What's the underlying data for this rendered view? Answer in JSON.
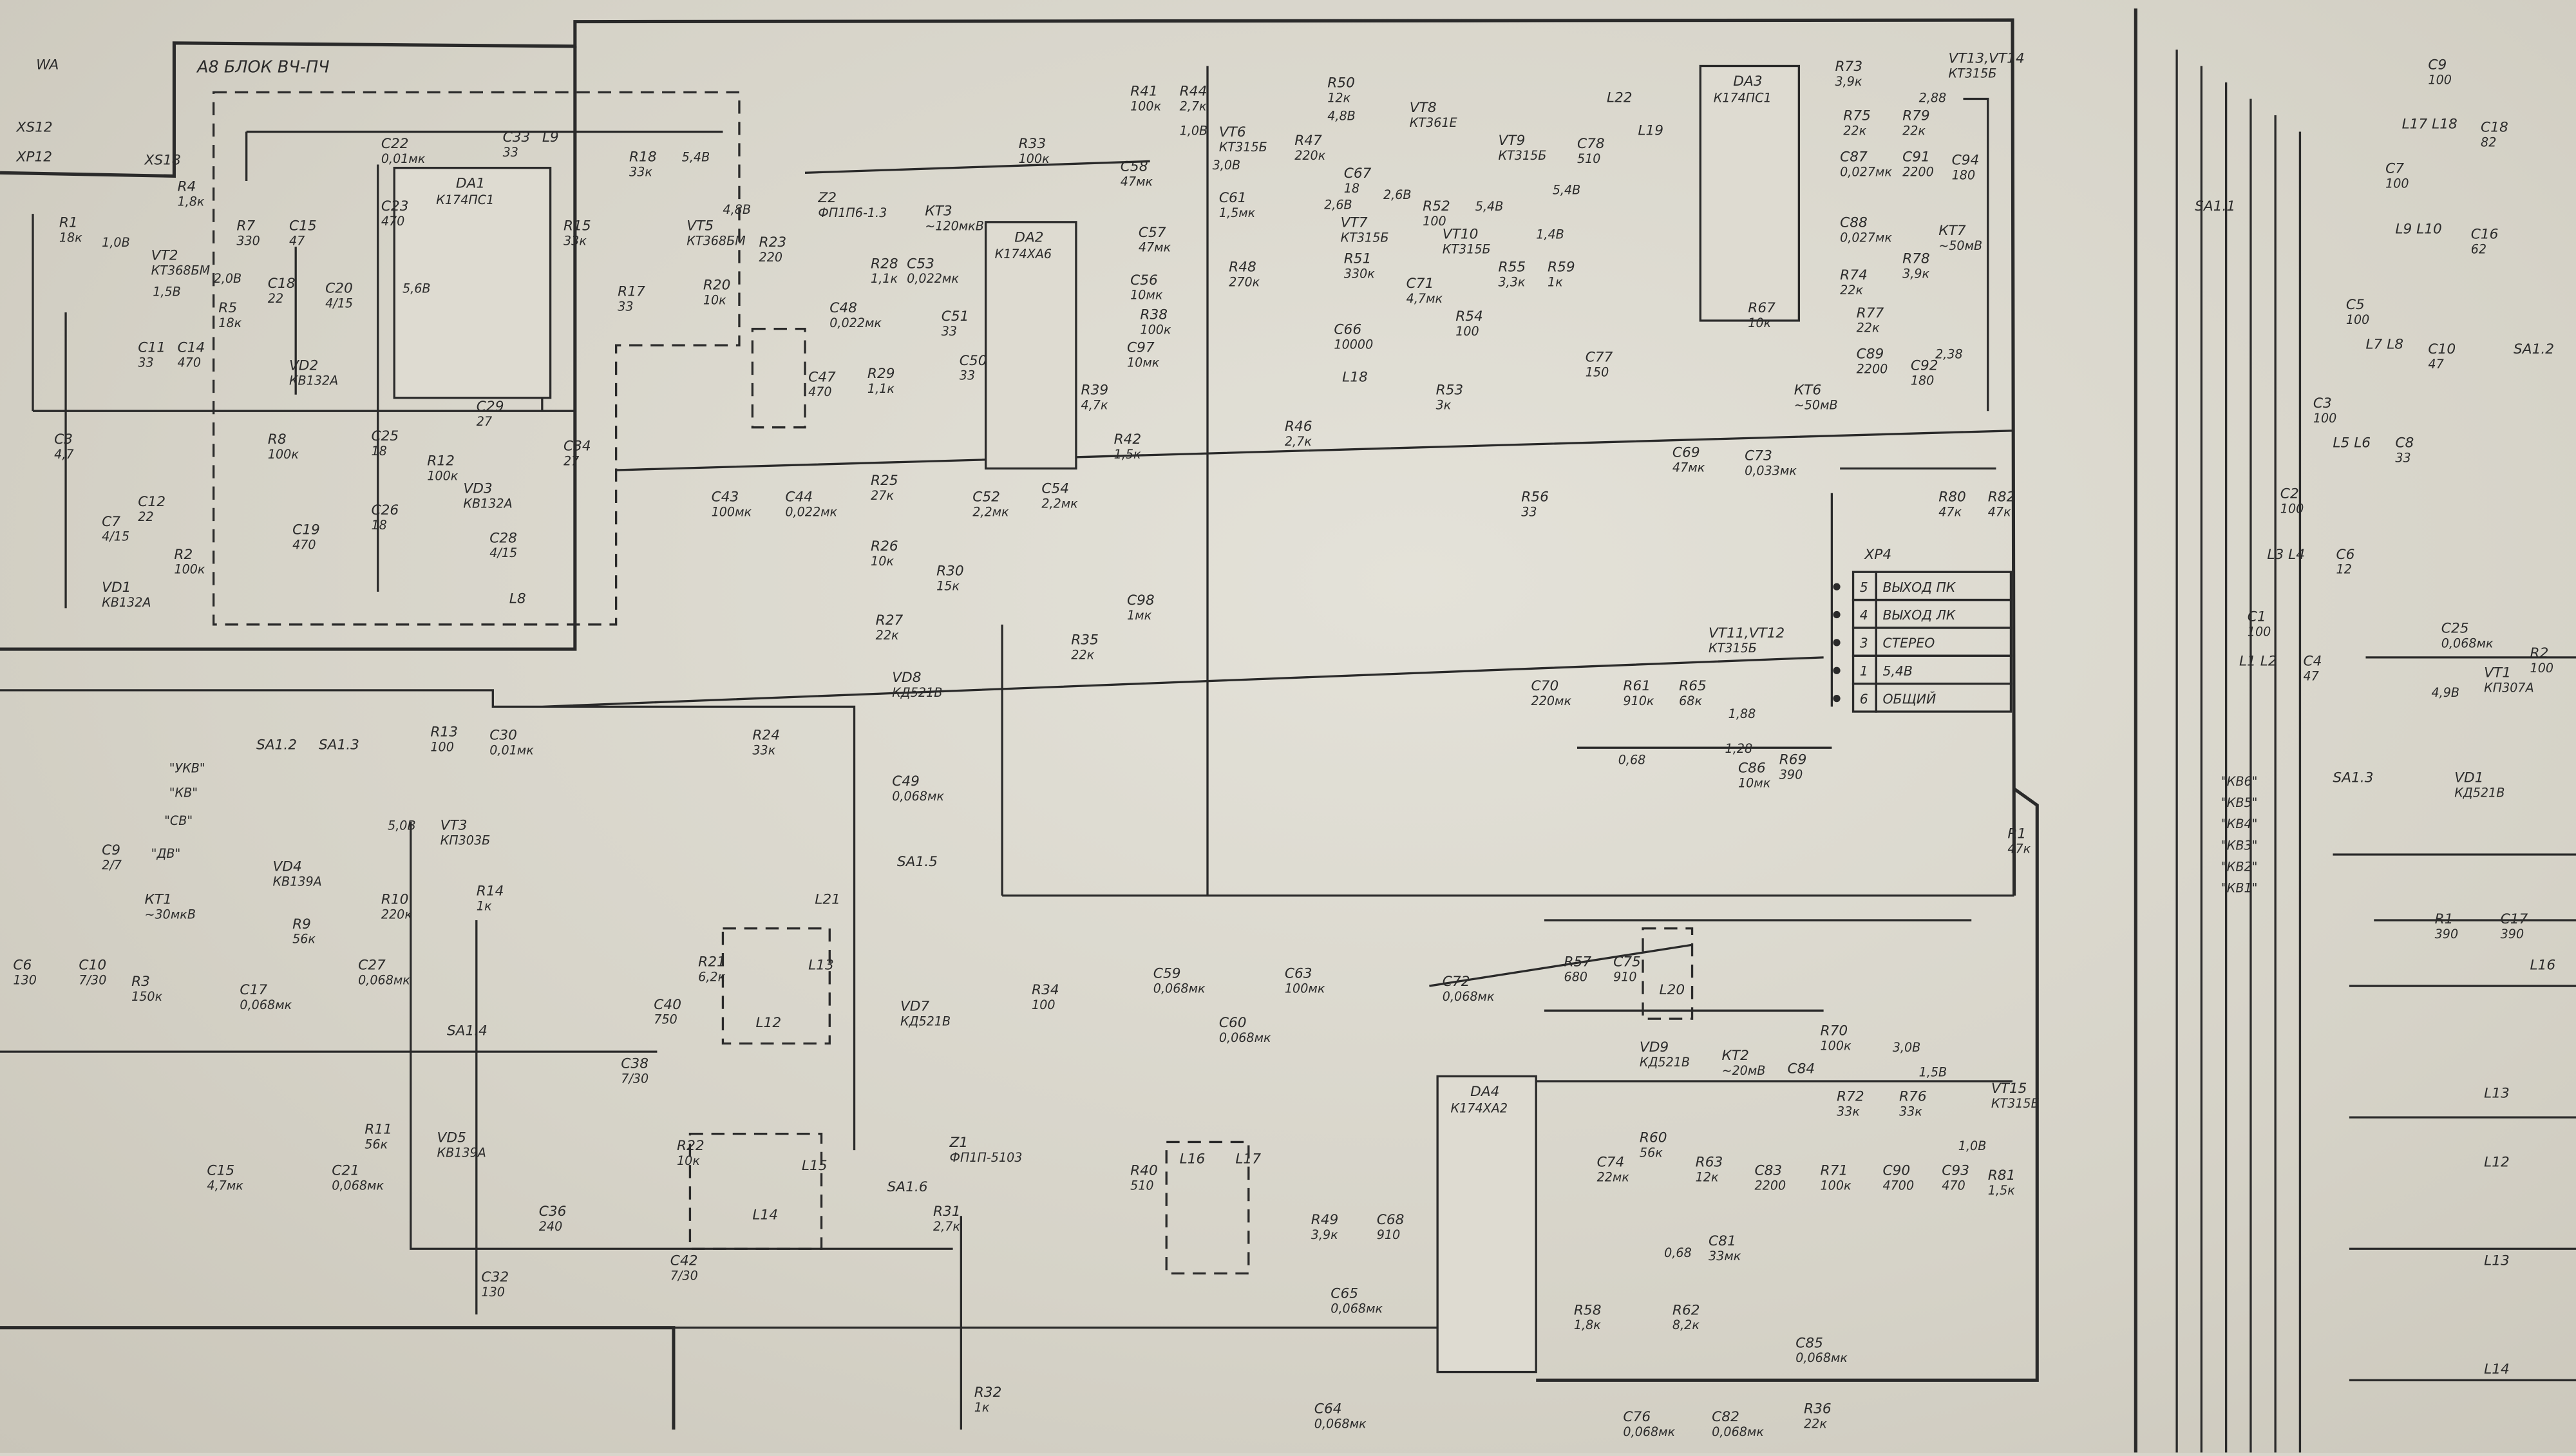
{
  "title": "А8 БЛОК ВЧ-ПЧ",
  "connectors": [
    "WA",
    "XS12",
    "XP12",
    "XS18"
  ],
  "ics": [
    {
      "ref": "DA1",
      "type": "К174ПС1"
    },
    {
      "ref": "DA2",
      "type": "К174ХА6"
    },
    {
      "ref": "DA3",
      "type": "К174ПС1"
    },
    {
      "ref": "DA4",
      "type": "К174ХА2"
    }
  ],
  "xp4": {
    "ref": "XP4",
    "rows": [
      {
        "pin": "5",
        "signal": "ВЫХОД ПК"
      },
      {
        "pin": "4",
        "signal": "ВЫХОД ЛК"
      },
      {
        "pin": "3",
        "signal": "СТЕРЕО"
      },
      {
        "pin": "1",
        "signal": "5,4В"
      },
      {
        "pin": "6",
        "signal": "ОБЩИЙ"
      }
    ]
  },
  "components": [
    {
      "ref": "R1",
      "value": "18к"
    },
    {
      "ref": "VT2",
      "value": "КТ368БМ"
    },
    {
      "ref": "R4",
      "value": "1,8к"
    },
    {
      "ref": "R7",
      "value": "330"
    },
    {
      "ref": "R5",
      "value": "18к"
    },
    {
      "ref": "C15",
      "value": "47"
    },
    {
      "ref": "C18",
      "value": "22"
    },
    {
      "ref": "C20",
      "value": "4/15"
    },
    {
      "ref": "C11",
      "value": "33"
    },
    {
      "ref": "C14",
      "value": "470"
    },
    {
      "ref": "VD2",
      "value": "КВ132А"
    },
    {
      "ref": "C22",
      "value": "0,01мк"
    },
    {
      "ref": "C23",
      "value": "470"
    },
    {
      "ref": "C33",
      "value": "33"
    },
    {
      "ref": "L9",
      "value": ""
    },
    {
      "ref": "R18",
      "value": "33к"
    },
    {
      "ref": "VT5",
      "value": "КТ368БМ"
    },
    {
      "ref": "R15",
      "value": "33к"
    },
    {
      "ref": "R17",
      "value": "33"
    },
    {
      "ref": "R20",
      "value": "10к"
    },
    {
      "ref": "C3",
      "value": "4,7"
    },
    {
      "ref": "C12",
      "value": "22"
    },
    {
      "ref": "C7",
      "value": "4/15"
    },
    {
      "ref": "R2",
      "value": "100к"
    },
    {
      "ref": "VD1",
      "value": "КВ132А"
    },
    {
      "ref": "R8",
      "value": "100к"
    },
    {
      "ref": "C19",
      "value": "470"
    },
    {
      "ref": "C25",
      "value": "18"
    },
    {
      "ref": "R12",
      "value": "100к"
    },
    {
      "ref": "VD3",
      "value": "КВ132А"
    },
    {
      "ref": "C26",
      "value": "18"
    },
    {
      "ref": "C28",
      "value": "4/15"
    },
    {
      "ref": "C29",
      "value": "27"
    },
    {
      "ref": "C34",
      "value": "27"
    },
    {
      "ref": "L8",
      "value": ""
    },
    {
      "ref": "R33",
      "value": "100к"
    },
    {
      "ref": "Z2",
      "value": "ФП1П6-1.3"
    },
    {
      "ref": "КТ3",
      "value": "~120мкВ"
    },
    {
      "ref": "R23",
      "value": "220"
    },
    {
      "ref": "R28",
      "value": "1,1к"
    },
    {
      "ref": "C53",
      "value": "0,022мк"
    },
    {
      "ref": "C48",
      "value": "0,022мк"
    },
    {
      "ref": "C51",
      "value": "33"
    },
    {
      "ref": "C47",
      "value": "470"
    },
    {
      "ref": "R29",
      "value": "1,1к"
    },
    {
      "ref": "C50",
      "value": "33"
    },
    {
      "ref": "R41",
      "value": "100к"
    },
    {
      "ref": "R44",
      "value": "2,7к"
    },
    {
      "ref": "C58",
      "value": "47мк"
    },
    {
      "ref": "C57",
      "value": "47мк"
    },
    {
      "ref": "C56",
      "value": "10мк"
    },
    {
      "ref": "R38",
      "value": "100к"
    },
    {
      "ref": "C97",
      "value": "10мк"
    },
    {
      "ref": "R39",
      "value": "4,7к"
    },
    {
      "ref": "R42",
      "value": "1,5к"
    },
    {
      "ref": "C54",
      "value": "2,2мк"
    },
    {
      "ref": "C52",
      "value": "2,2мк"
    },
    {
      "ref": "R25",
      "value": "27к"
    },
    {
      "ref": "R26",
      "value": "10к"
    },
    {
      "ref": "R30",
      "value": "15к"
    },
    {
      "ref": "C43",
      "value": "100мк"
    },
    {
      "ref": "C44",
      "value": "0,022мк"
    },
    {
      "ref": "R27",
      "value": "22к"
    },
    {
      "ref": "C98",
      "value": "1мк"
    },
    {
      "ref": "R35",
      "value": "22к"
    },
    {
      "ref": "VT6",
      "value": "КТ315Б"
    },
    {
      "ref": "C61",
      "value": "1,5мк"
    },
    {
      "ref": "R48",
      "value": "270к"
    },
    {
      "ref": "R47",
      "value": "220к"
    },
    {
      "ref": "R50",
      "value": "12к"
    },
    {
      "ref": "VT8",
      "value": "КТ361Е"
    },
    {
      "ref": "C67",
      "value": "18"
    },
    {
      "ref": "VT7",
      "value": "КТ315Б"
    },
    {
      "ref": "R51",
      "value": "330к"
    },
    {
      "ref": "C66",
      "value": "10000"
    },
    {
      "ref": "L18",
      "value": ""
    },
    {
      "ref": "C71",
      "value": "4,7мк"
    },
    {
      "ref": "R54",
      "value": "100"
    },
    {
      "ref": "R53",
      "value": "3к"
    },
    {
      "ref": "R52",
      "value": "100"
    },
    {
      "ref": "VT10",
      "value": "КТ315Б"
    },
    {
      "ref": "VT9",
      "value": "КТ315Б"
    },
    {
      "ref": "R55",
      "value": "3,3к"
    },
    {
      "ref": "R59",
      "value": "1к"
    },
    {
      "ref": "C78",
      "value": "510"
    },
    {
      "ref": "L19",
      "value": ""
    },
    {
      "ref": "L22",
      "value": ""
    },
    {
      "ref": "C77",
      "value": "150"
    },
    {
      "ref": "R67",
      "value": "10к"
    },
    {
      "ref": "R73",
      "value": "3,9к"
    },
    {
      "ref": "R75",
      "value": "22к"
    },
    {
      "ref": "C87",
      "value": "0,027мк"
    },
    {
      "ref": "R79",
      "value": "22к"
    },
    {
      "ref": "C91",
      "value": "2200"
    },
    {
      "ref": "C94",
      "value": "180"
    },
    {
      "ref": "VT13,VT14",
      "value": "КТ315Б"
    },
    {
      "ref": "C88",
      "value": "0,027мк"
    },
    {
      "ref": "R78",
      "value": "3,9к"
    },
    {
      "ref": "КТ7",
      "value": "~50мВ"
    },
    {
      "ref": "R74",
      "value": "22к"
    },
    {
      "ref": "R77",
      "value": "22к"
    },
    {
      "ref": "C89",
      "value": "2200"
    },
    {
      "ref": "C92",
      "value": "180"
    },
    {
      "ref": "КТ6",
      "value": "~50мВ"
    },
    {
      "ref": "R46",
      "value": "2,7к"
    },
    {
      "ref": "C69",
      "value": "47мк"
    },
    {
      "ref": "C73",
      "value": "0,033мк"
    },
    {
      "ref": "R56",
      "value": "33"
    },
    {
      "ref": "R80",
      "value": "47к"
    },
    {
      "ref": "R82",
      "value": "47к"
    },
    {
      "ref": "VT11,VT12",
      "value": "КТ315Б"
    },
    {
      "ref": "C70",
      "value": "220мк"
    },
    {
      "ref": "R61",
      "value": "910к"
    },
    {
      "ref": "R65",
      "value": "68к"
    },
    {
      "ref": "C86",
      "value": "10мк"
    },
    {
      "ref": "R69",
      "value": "390"
    },
    {
      "ref": "R1",
      "value": "47к"
    },
    {
      "ref": "R13",
      "value": "100"
    },
    {
      "ref": "C30",
      "value": "0,01мк"
    },
    {
      "ref": "R24",
      "value": "33к"
    },
    {
      "ref": "VD8",
      "value": "КД521В"
    },
    {
      "ref": "C49",
      "value": "0,068мк"
    },
    {
      "ref": "SA1.2",
      "value": ""
    },
    {
      "ref": "SA1.3",
      "value": ""
    },
    {
      "ref": "VT3",
      "value": "КП303Б"
    },
    {
      "ref": "R10",
      "value": "220к"
    },
    {
      "ref": "R14",
      "value": "1к"
    },
    {
      "ref": "C9",
      "value": "2/7"
    },
    {
      "ref": "VD4",
      "value": "КВ139А"
    },
    {
      "ref": "КТ1",
      "value": "~30мкВ"
    },
    {
      "ref": "R9",
      "value": "56к"
    },
    {
      "ref": "C6",
      "value": "130"
    },
    {
      "ref": "C10",
      "value": "7/30"
    },
    {
      "ref": "R3",
      "value": "150к"
    },
    {
      "ref": "C17",
      "value": "0,068мк"
    },
    {
      "ref": "C27",
      "value": "0,068мк"
    },
    {
      "ref": "SA1.4",
      "value": ""
    },
    {
      "ref": "C40",
      "value": "750"
    },
    {
      "ref": "C38",
      "value": "7/30"
    },
    {
      "ref": "R21",
      "value": "6,2к"
    },
    {
      "ref": "L12",
      "value": ""
    },
    {
      "ref": "L13",
      "value": ""
    },
    {
      "ref": "L21",
      "value": ""
    },
    {
      "ref": "SA1.5",
      "value": ""
    },
    {
      "ref": "VD7",
      "value": "КД521В"
    },
    {
      "ref": "R34",
      "value": "100"
    },
    {
      "ref": "C59",
      "value": "0,068мк"
    },
    {
      "ref": "C60",
      "value": "0,068мк"
    },
    {
      "ref": "C63",
      "value": "100мк"
    },
    {
      "ref": "R11",
      "value": "56к"
    },
    {
      "ref": "VD5",
      "value": "КВ139А"
    },
    {
      "ref": "C15",
      "value": "4,7мк"
    },
    {
      "ref": "C21",
      "value": "0,068мк"
    },
    {
      "ref": "R22",
      "value": "10к"
    },
    {
      "ref": "L14",
      "value": ""
    },
    {
      "ref": "L15",
      "value": ""
    },
    {
      "ref": "C36",
      "value": "240"
    },
    {
      "ref": "C32",
      "value": "130"
    },
    {
      "ref": "C42",
      "value": "7/30"
    },
    {
      "ref": "Z1",
      "value": "ФП1П-5103"
    },
    {
      "ref": "R31",
      "value": "2,7к"
    },
    {
      "ref": "SA1.6",
      "value": ""
    },
    {
      "ref": "R40",
      "value": "510"
    },
    {
      "ref": "L16",
      "value": ""
    },
    {
      "ref": "L17",
      "value": ""
    },
    {
      "ref": "R49",
      "value": "3,9к"
    },
    {
      "ref": "C68",
      "value": "910"
    },
    {
      "ref": "C65",
      "value": "0,068мк"
    },
    {
      "ref": "C64",
      "value": "0,068мк"
    },
    {
      "ref": "R32",
      "value": "1к"
    },
    {
      "ref": "C72",
      "value": "0,068мк"
    },
    {
      "ref": "R57",
      "value": "680"
    },
    {
      "ref": "C75",
      "value": "910"
    },
    {
      "ref": "L20",
      "value": ""
    },
    {
      "ref": "VD9",
      "value": "КД521В"
    },
    {
      "ref": "КТ2",
      "value": "~20мВ"
    },
    {
      "ref": "R70",
      "value": "100к"
    },
    {
      "ref": "C84",
      "value": ""
    },
    {
      "ref": "R72",
      "value": "33к"
    },
    {
      "ref": "R76",
      "value": "33к"
    },
    {
      "ref": "VT15",
      "value": "КТ315Б"
    },
    {
      "ref": "C74",
      "value": "22мк"
    },
    {
      "ref": "R60",
      "value": "56к"
    },
    {
      "ref": "R63",
      "value": "12к"
    },
    {
      "ref": "C83",
      "value": "2200"
    },
    {
      "ref": "R71",
      "value": "100к"
    },
    {
      "ref": "C90",
      "value": "4700"
    },
    {
      "ref": "C93",
      "value": "470"
    },
    {
      "ref": "R81",
      "value": "1,5к"
    },
    {
      "ref": "C81",
      "value": "33мк"
    },
    {
      "ref": "R58",
      "value": "1,8к"
    },
    {
      "ref": "R62",
      "value": "8,2к"
    },
    {
      "ref": "C85",
      "value": "0,068мк"
    },
    {
      "ref": "R36",
      "value": "22к"
    },
    {
      "ref": "C76",
      "value": "0,068мк"
    },
    {
      "ref": "C82",
      "value": "0,068мк"
    },
    {
      "ref": "SA1.1",
      "value": ""
    },
    {
      "ref": "C9",
      "value": "100"
    },
    {
      "ref": "L17 L18",
      "value": ""
    },
    {
      "ref": "C18",
      "value": "82"
    },
    {
      "ref": "C7",
      "value": "100"
    },
    {
      "ref": "L9 L10",
      "value": ""
    },
    {
      "ref": "C16",
      "value": "62"
    },
    {
      "ref": "C5",
      "value": "100"
    },
    {
      "ref": "L7 L8",
      "value": ""
    },
    {
      "ref": "C10",
      "value": "47"
    },
    {
      "ref": "SA1.2",
      "value": ""
    },
    {
      "ref": "C3",
      "value": "100"
    },
    {
      "ref": "L5 L6",
      "value": ""
    },
    {
      "ref": "C8",
      "value": "33"
    },
    {
      "ref": "C2",
      "value": "100"
    },
    {
      "ref": "L3 L4",
      "value": ""
    },
    {
      "ref": "C6",
      "value": "12"
    },
    {
      "ref": "C1",
      "value": "100"
    },
    {
      "ref": "L1 L2",
      "value": ""
    },
    {
      "ref": "C4",
      "value": "47"
    },
    {
      "ref": "C25",
      "value": "0,068мк"
    },
    {
      "ref": "VT1",
      "value": "КП307А"
    },
    {
      "ref": "R2",
      "value": "100"
    },
    {
      "ref": "VD1",
      "value": "КД521В"
    },
    {
      "ref": "R1",
      "value": "390"
    },
    {
      "ref": "C17",
      "value": "390"
    },
    {
      "ref": "SA1.3",
      "value": ""
    },
    {
      "ref": "L16",
      "value": ""
    },
    {
      "ref": "L13",
      "value": ""
    },
    {
      "ref": "L12",
      "value": ""
    },
    {
      "ref": "L13",
      "value": ""
    },
    {
      "ref": "L14",
      "value": ""
    }
  ],
  "band_labels": [
    "\"КВ6\"",
    "\"КВ5\"",
    "\"КВ4\"",
    "\"КВ3\"",
    "\"КВ2\"",
    "\"КВ1\""
  ],
  "switch_labels": [
    "\"УКВ\"",
    "\"КВ\"",
    "\"СВ\"",
    "\"ДВ\""
  ],
  "voltages": [
    "1,0В",
    "1,5В",
    "2,0В",
    "5,4В",
    "4,8В",
    "5,6В",
    "1,0В",
    "3,0В",
    "4,8В",
    "5,4В",
    "2,6В",
    "2,6В",
    "5,4В",
    "1,4В",
    "2,88",
    "2,38",
    "0,68",
    "1,28",
    "1,88",
    "3,0В",
    "1,5В",
    "1,0В",
    "0,68",
    "4,9В",
    "5,0В"
  ]
}
